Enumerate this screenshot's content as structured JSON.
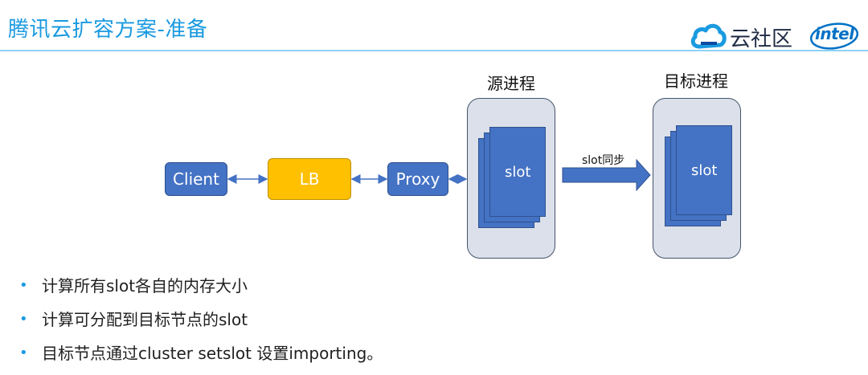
{
  "header": {
    "title": "腾讯云扩容方案-准备",
    "logo_cloud_text": "云社区",
    "logo_intel_text": "intel"
  },
  "diagram": {
    "nodes": {
      "client": "Client",
      "lb": "LB",
      "proxy": "Proxy"
    },
    "source_process": {
      "label": "源进程",
      "slot_label": "slot"
    },
    "target_process": {
      "label": "目标进程",
      "slot_label": "slot"
    },
    "sync_label": "slot同步"
  },
  "bullets": [
    "计算所有slot各自的内存大小",
    "计算可分配到目标节点的slot",
    "目标节点通过cluster setslot 设置importing。"
  ],
  "colors": {
    "title": "#1a9ae0",
    "node_blue": "#4472c4",
    "node_gold": "#ffc000",
    "process_bg": "#dbe0ea"
  }
}
